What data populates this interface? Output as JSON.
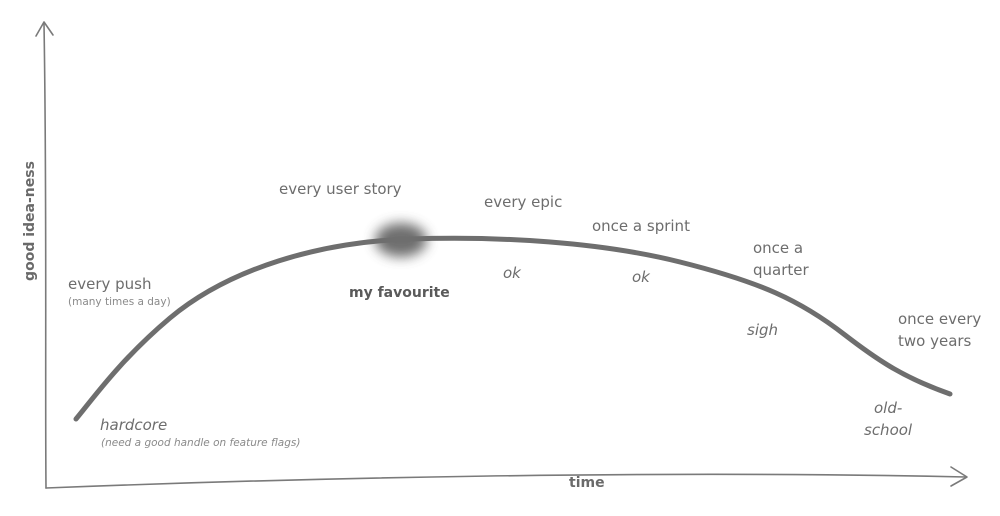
{
  "axes": {
    "x_label": "time",
    "y_label": "good idea-ness"
  },
  "labels": {
    "every_push": "every push",
    "every_push_note": "(many times a day)",
    "hardcore": "hardcore",
    "hardcore_note": "(need a good handle on feature flags)",
    "every_user_story": "every user story",
    "my_favourite": "my favourite",
    "every_epic": "every epic",
    "ok_epic": "ok",
    "once_a_sprint": "once a sprint",
    "ok_sprint": "ok",
    "once_a_quarter_1": "once a",
    "once_a_quarter_2": "quarter",
    "sigh": "sigh",
    "once_every_two_years_1": "once every",
    "once_every_two_years_2": "two years",
    "old_school_1": "old-",
    "old_school_2": "school"
  },
  "colors": {
    "curve": "#6e6e6e",
    "axis": "#7a7a7a",
    "highlight": "#555555"
  }
}
